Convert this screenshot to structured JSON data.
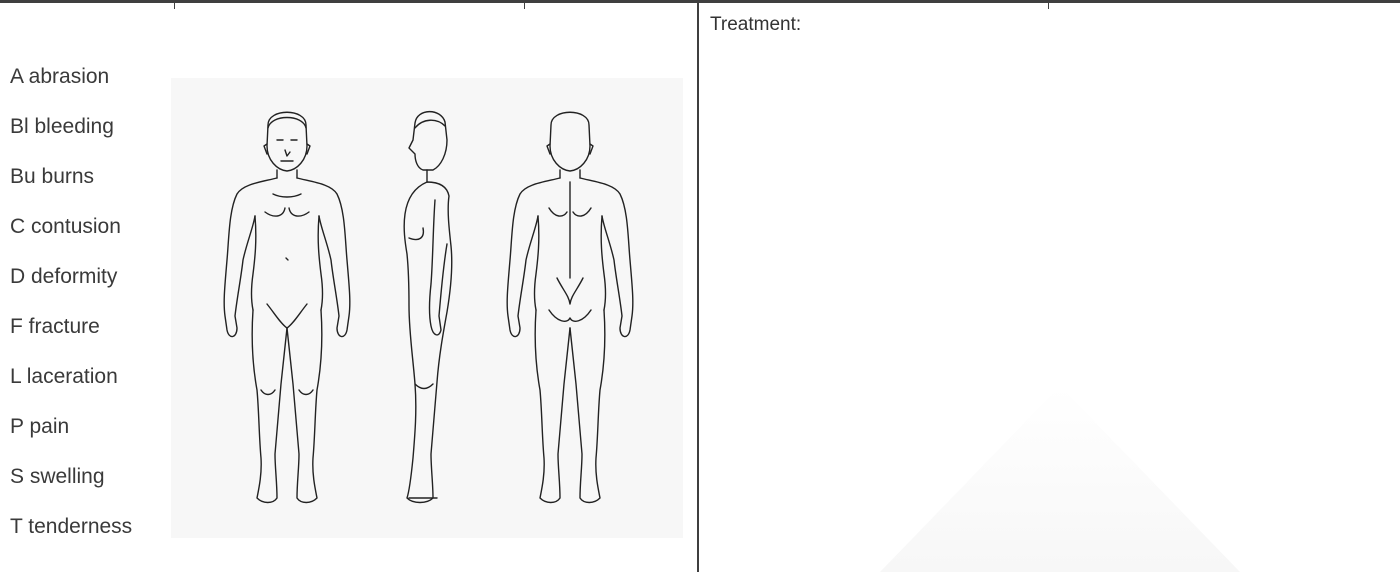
{
  "form": {
    "treatment_label": "Treatment:"
  },
  "legend": {
    "items": [
      {
        "code": "A",
        "label": "A abrasion"
      },
      {
        "code": "Bl",
        "label": "Bl bleeding"
      },
      {
        "code": "Bu",
        "label": "Bu burns"
      },
      {
        "code": "C",
        "label": "C contusion"
      },
      {
        "code": "D",
        "label": "D deformity"
      },
      {
        "code": "F",
        "label": "F fracture"
      },
      {
        "code": "L",
        "label": "L laceration"
      },
      {
        "code": "P",
        "label": "P pain"
      },
      {
        "code": "S",
        "label": "S swelling"
      },
      {
        "code": "T",
        "label": "T tenderness"
      }
    ]
  },
  "body_diagram": {
    "views": [
      "front",
      "side",
      "back"
    ]
  },
  "colors": {
    "rule": "#3f3f3f",
    "text": "#333333",
    "figure_bg": "#f7f7f7"
  }
}
